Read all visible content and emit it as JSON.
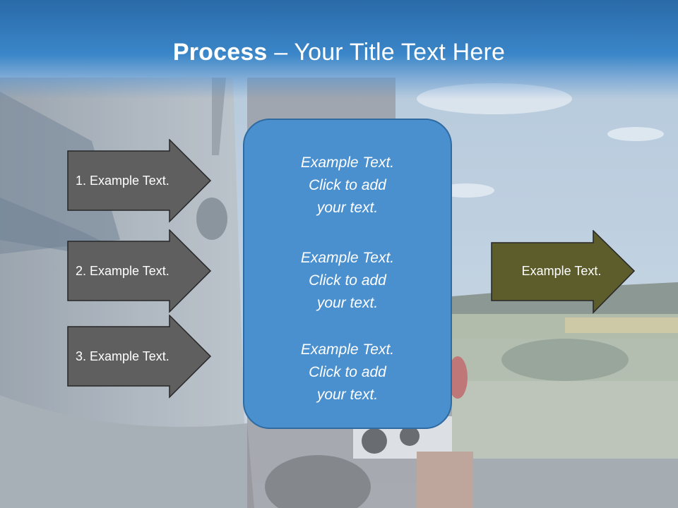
{
  "slide": {
    "title_bold": "Process",
    "title_rest": " – Your Title Text Here"
  },
  "left_arrows": [
    {
      "label": "1. Example Text."
    },
    {
      "label": "2. Example Text."
    },
    {
      "label": "3. Example Text."
    }
  ],
  "center_box": {
    "paragraphs": [
      {
        "line1": "Example Text.",
        "line2": "Click  to add",
        "line3": "your text."
      },
      {
        "line1": "Example Text.",
        "line2": "Click  to add",
        "line3": "your text."
      },
      {
        "line1": "Example Text.",
        "line2": "Click  to add",
        "line3": "your text."
      }
    ]
  },
  "right_arrow": {
    "label": "Example Text."
  },
  "colors": {
    "header": "#3a86c8",
    "left_arrow_fill": "#5f5f5f",
    "center_fill": "#4a90cf",
    "right_arrow_fill": "#5d5d2c"
  }
}
